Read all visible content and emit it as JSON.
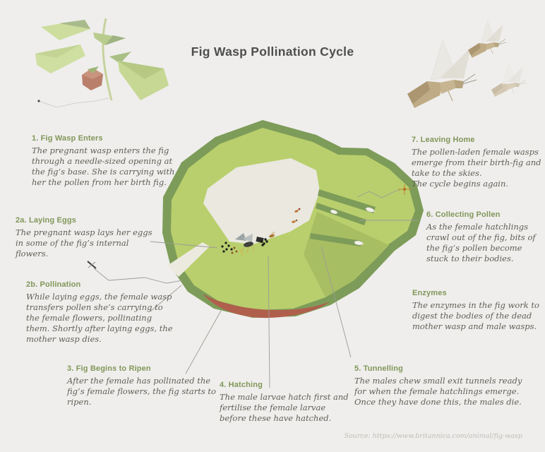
{
  "title": "Fig Wasp Pollination Cycle",
  "source": "Source: https://www.britannica.com/animal/fig-wasp",
  "colors": {
    "background": "#efeeec",
    "title_text": "#4e4e4e",
    "heading_green": "#81975a",
    "body_text": "#5f5f57",
    "fig_rim": "#7d9c59",
    "fig_flesh": "#b9cf6d",
    "fig_cavity": "#eae8df",
    "fig_ripe_red": "#b05f4c",
    "wasp_tan": "#bfab85",
    "leader_line": "#9b9b95",
    "source_text": "#bdbdb8"
  },
  "illustrations": {
    "fig_plant": "fig branch with leaves and hanging fig",
    "flying_wasps": "three fig wasps in flight",
    "fig_cross_section": "cut-open fig with cavity, wasps, exit tunnels and ripening base",
    "entering_wasp_icon": "tiny dark wasp at fig entrance",
    "leaving_wasp_icon": "tiny orange wasp leaving the fig"
  },
  "sections": [
    {
      "id": "1",
      "heading": "1. Fig Wasp Enters",
      "body": "The pregnant wasp enters the fig through a needle-sized opening at the fig’s base. She is carrying with her the pollen from her birth fig."
    },
    {
      "id": "2a",
      "heading": "2a. Laying Eggs",
      "body": "The pregnant wasp lays her eggs in some of the fig’s internal flowers."
    },
    {
      "id": "2b",
      "heading": "2b. Pollination",
      "body": "While laying eggs, the female wasp transfers pollen she’s carrying to the female flowers, pollinating them. Shortly after laying eggs, the mother wasp dies."
    },
    {
      "id": "3",
      "heading": "3. Fig Begins to Ripen",
      "body": "After the female has pollinated the fig’s female flowers, the fig starts to ripen."
    },
    {
      "id": "4",
      "heading": "4. Hatching",
      "body": "The male larvae hatch first and fertilise the female larvae before these have hatched."
    },
    {
      "id": "5",
      "heading": "5. Tunnelling",
      "body": "The males chew small exit tunnels ready for when the female hatchlings emerge. Once they have done this, the males die."
    },
    {
      "id": "6",
      "heading": "6. Collecting Pollen",
      "body": "As the female hatchlings crawl out of the fig, bits of the fig’s pollen become stuck to their bodies."
    },
    {
      "id": "7",
      "heading": "7. Leaving Home",
      "body": "The pollen-laden female wasps emerge from their birth-fig and take to the skies.\nThe cycle begins again."
    },
    {
      "id": "enzymes",
      "heading": "Enzymes",
      "body": "The enzymes in the fig work to digest the bodies of the dead mother wasp and male wasps."
    }
  ]
}
